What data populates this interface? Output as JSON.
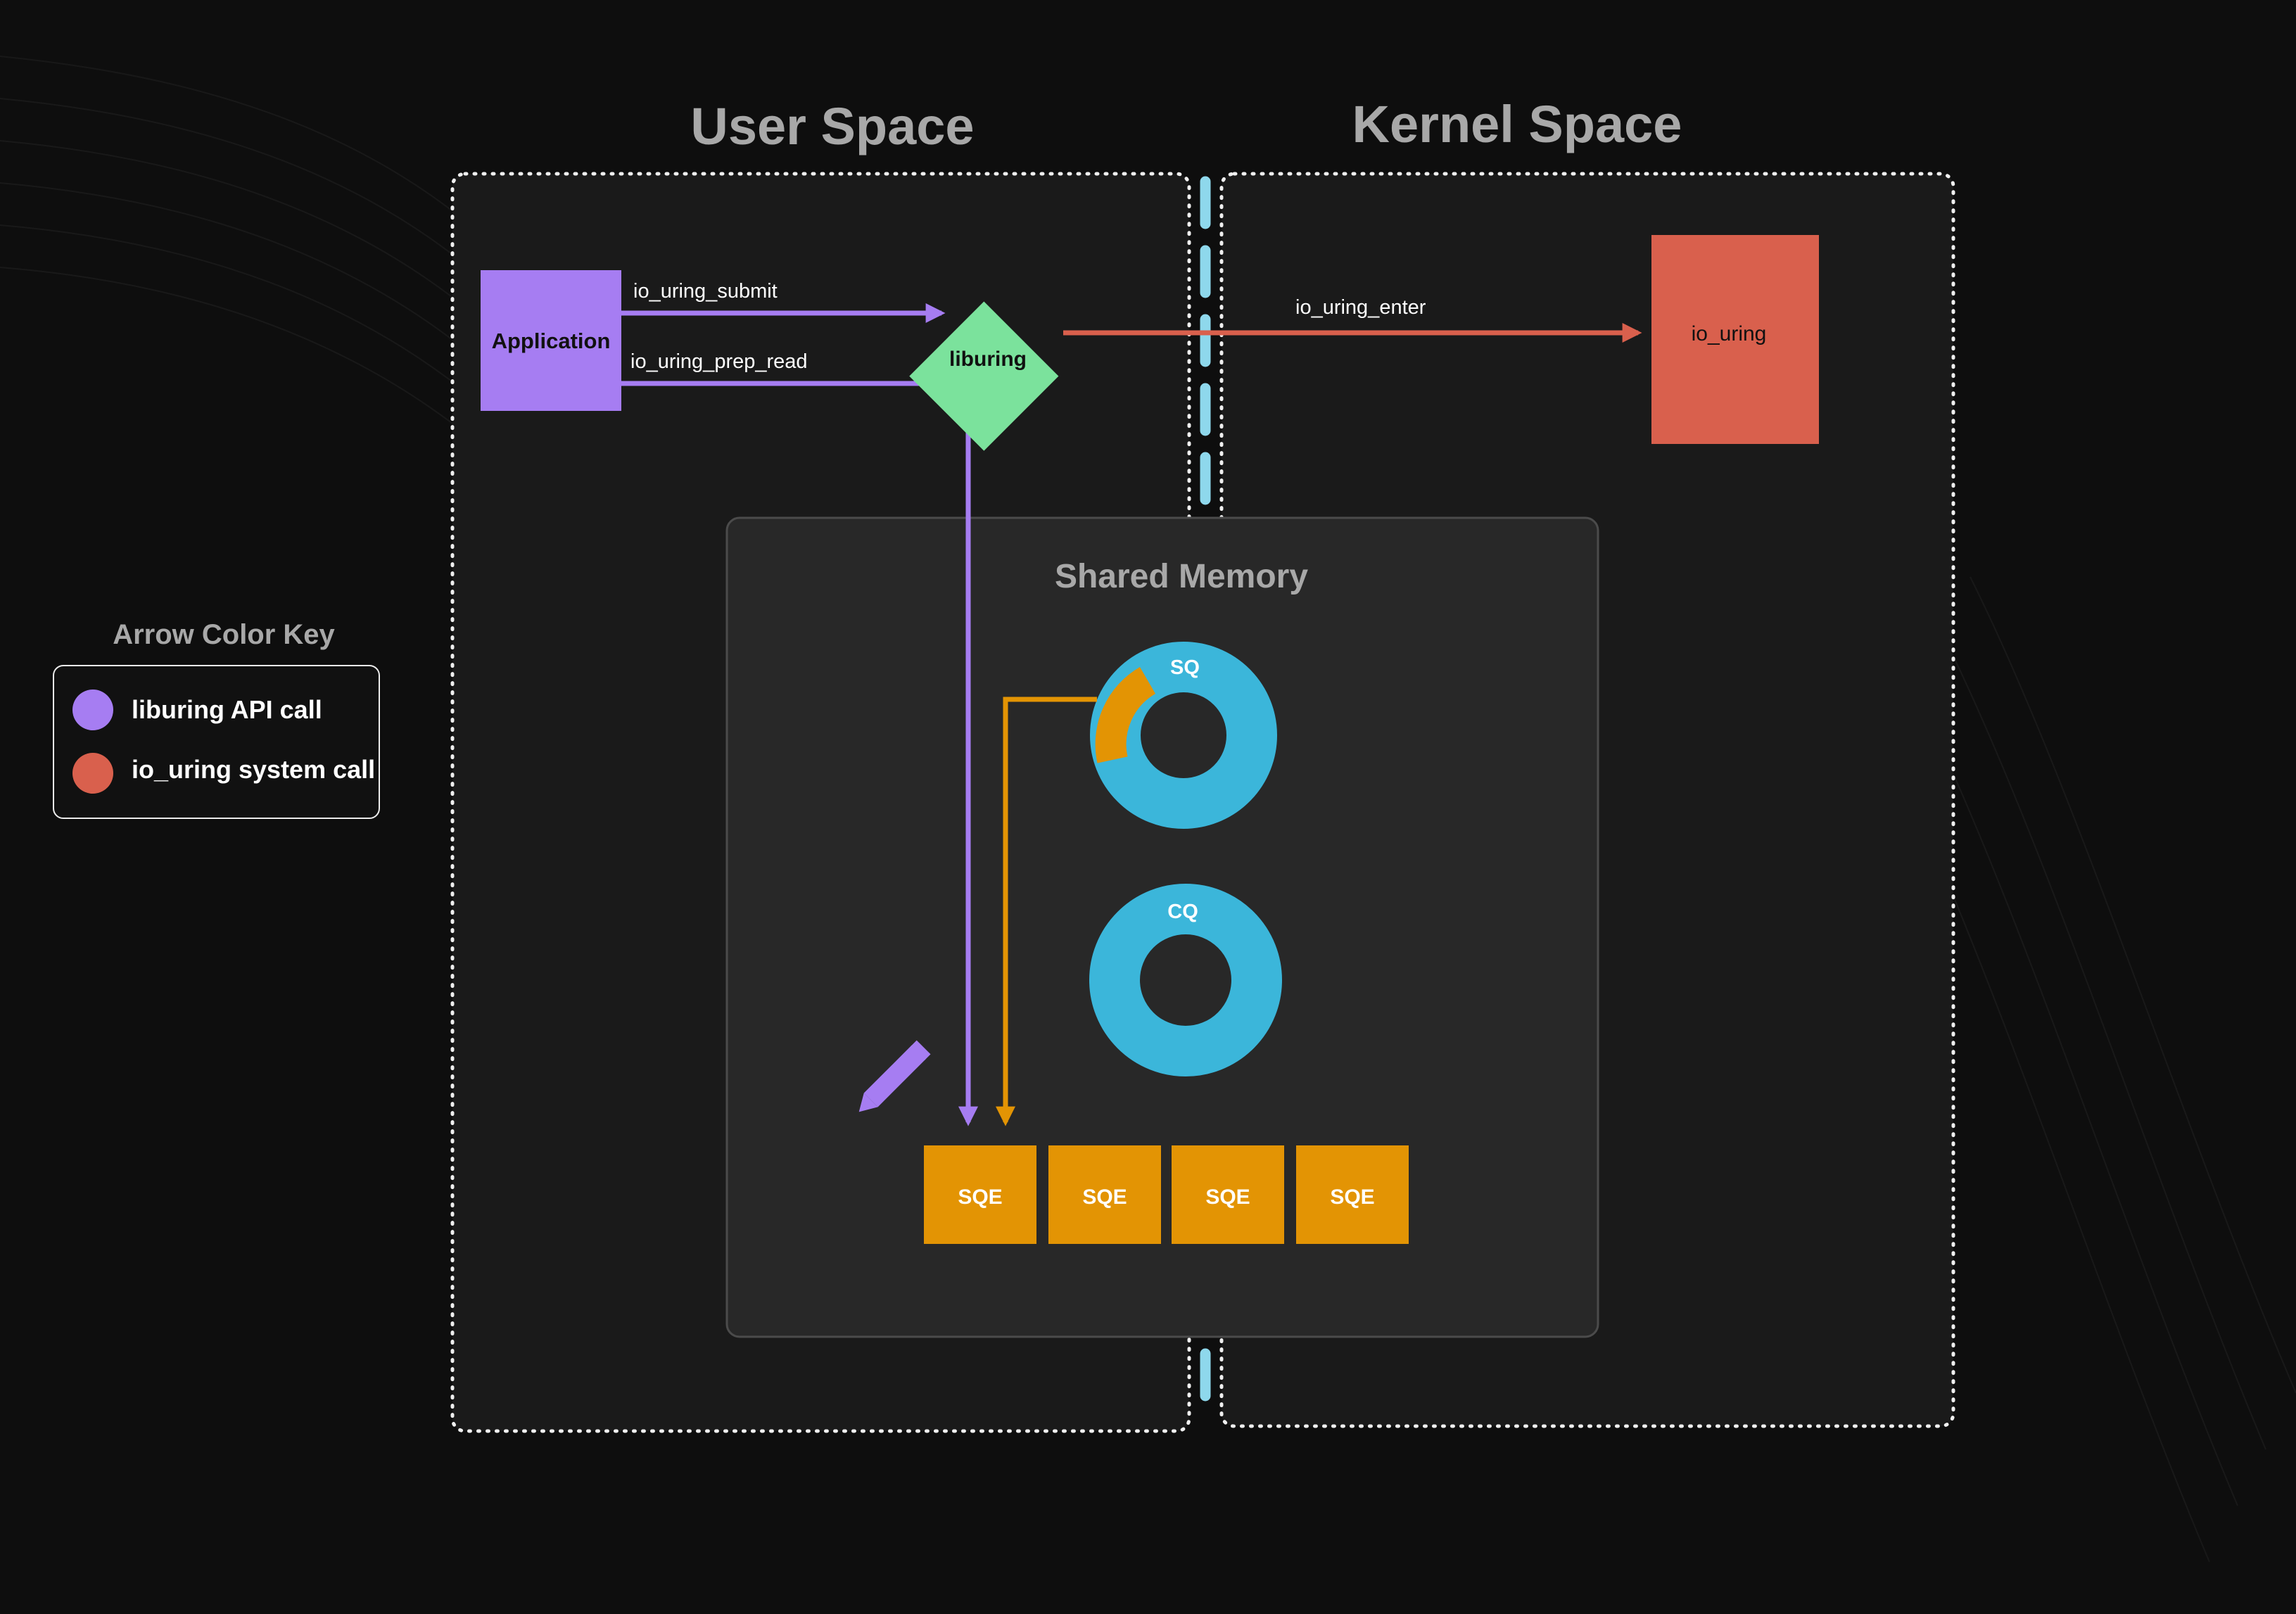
{
  "titles": {
    "user_space": "User Space",
    "kernel_space": "Kernel Space",
    "shared_memory": "Shared Memory"
  },
  "nodes": {
    "application": "Application",
    "liburing": "liburing",
    "io_uring": "io_uring",
    "sq": "SQ",
    "cq": "CQ",
    "sqe": [
      "SQE",
      "SQE",
      "SQE",
      "SQE"
    ]
  },
  "edges": {
    "submit": "io_uring_submit",
    "prep_read": "io_uring_prep_read",
    "enter": "io_uring_enter"
  },
  "legend": {
    "title": "Arrow Color Key",
    "items": [
      {
        "label": "liburing API call",
        "color": "#a67df2"
      },
      {
        "label": "io_uring system call",
        "color": "#d9604d"
      }
    ]
  },
  "colors": {
    "background": "#0e0e0e",
    "panel": "#1a1a1a",
    "shared_memory": "#282828",
    "application": "#a67df2",
    "liburing": "#7be29c",
    "io_uring": "#d9604d",
    "ring": "#3bb6da",
    "sqe": "#e39404",
    "boundary": "#8ed8ec",
    "title": "#a8a8a8",
    "icons": [
      "pencil-icon"
    ]
  }
}
